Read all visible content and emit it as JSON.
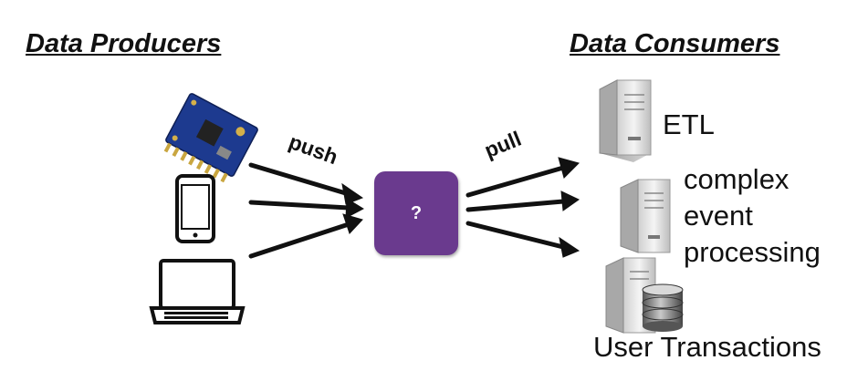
{
  "producers": {
    "heading": "Data Producers"
  },
  "consumers": {
    "heading": "Data Consumers"
  },
  "edges": {
    "push_label": "push",
    "pull_label": "pull"
  },
  "broker": {
    "label": "?",
    "color": "#6a3a8e"
  },
  "consumer_items": {
    "etl": "ETL",
    "cep_line1": "complex",
    "cep_line2": "event",
    "cep_line3": "processing",
    "user_transactions": "User Transactions"
  },
  "icons": {
    "producers": [
      "sensor-board-icon",
      "smartphone-icon",
      "laptop-icon"
    ],
    "consumers": [
      "server-tower-icon",
      "server-tower-icon",
      "server-database-icon"
    ]
  }
}
